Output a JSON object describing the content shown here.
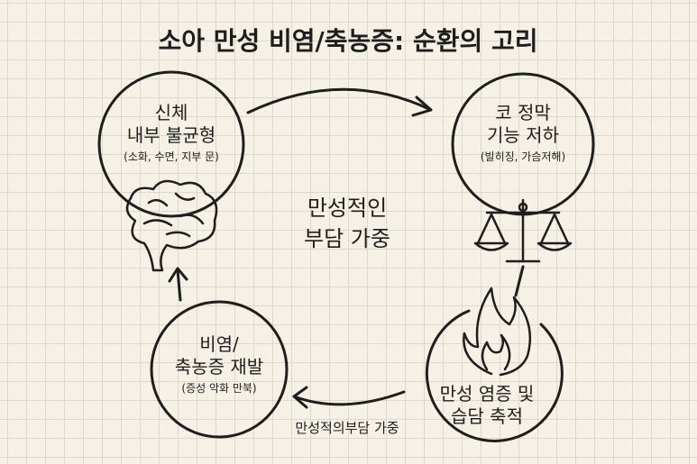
{
  "title": "소아 만성 비염/축농증: 순환의 고리",
  "center_label": [
    "만성적인",
    "부담 가중"
  ],
  "nodes": {
    "body": {
      "line1": "신체",
      "line2": "내부 불균형",
      "note": "(소화, 수면, 지부 문)"
    },
    "nose": {
      "line1": "코 정막",
      "line2": "기능 저하",
      "note": "(빌히징, 가슴저해)"
    },
    "inflammation": {
      "line1": "만성 염증 및",
      "line2": "습담 축적"
    },
    "relapse": {
      "line1": "비염/",
      "line2": "축농증 재발",
      "note": "(증성 악화 만북)"
    }
  },
  "arrow_label": "만성적의부담 가중"
}
